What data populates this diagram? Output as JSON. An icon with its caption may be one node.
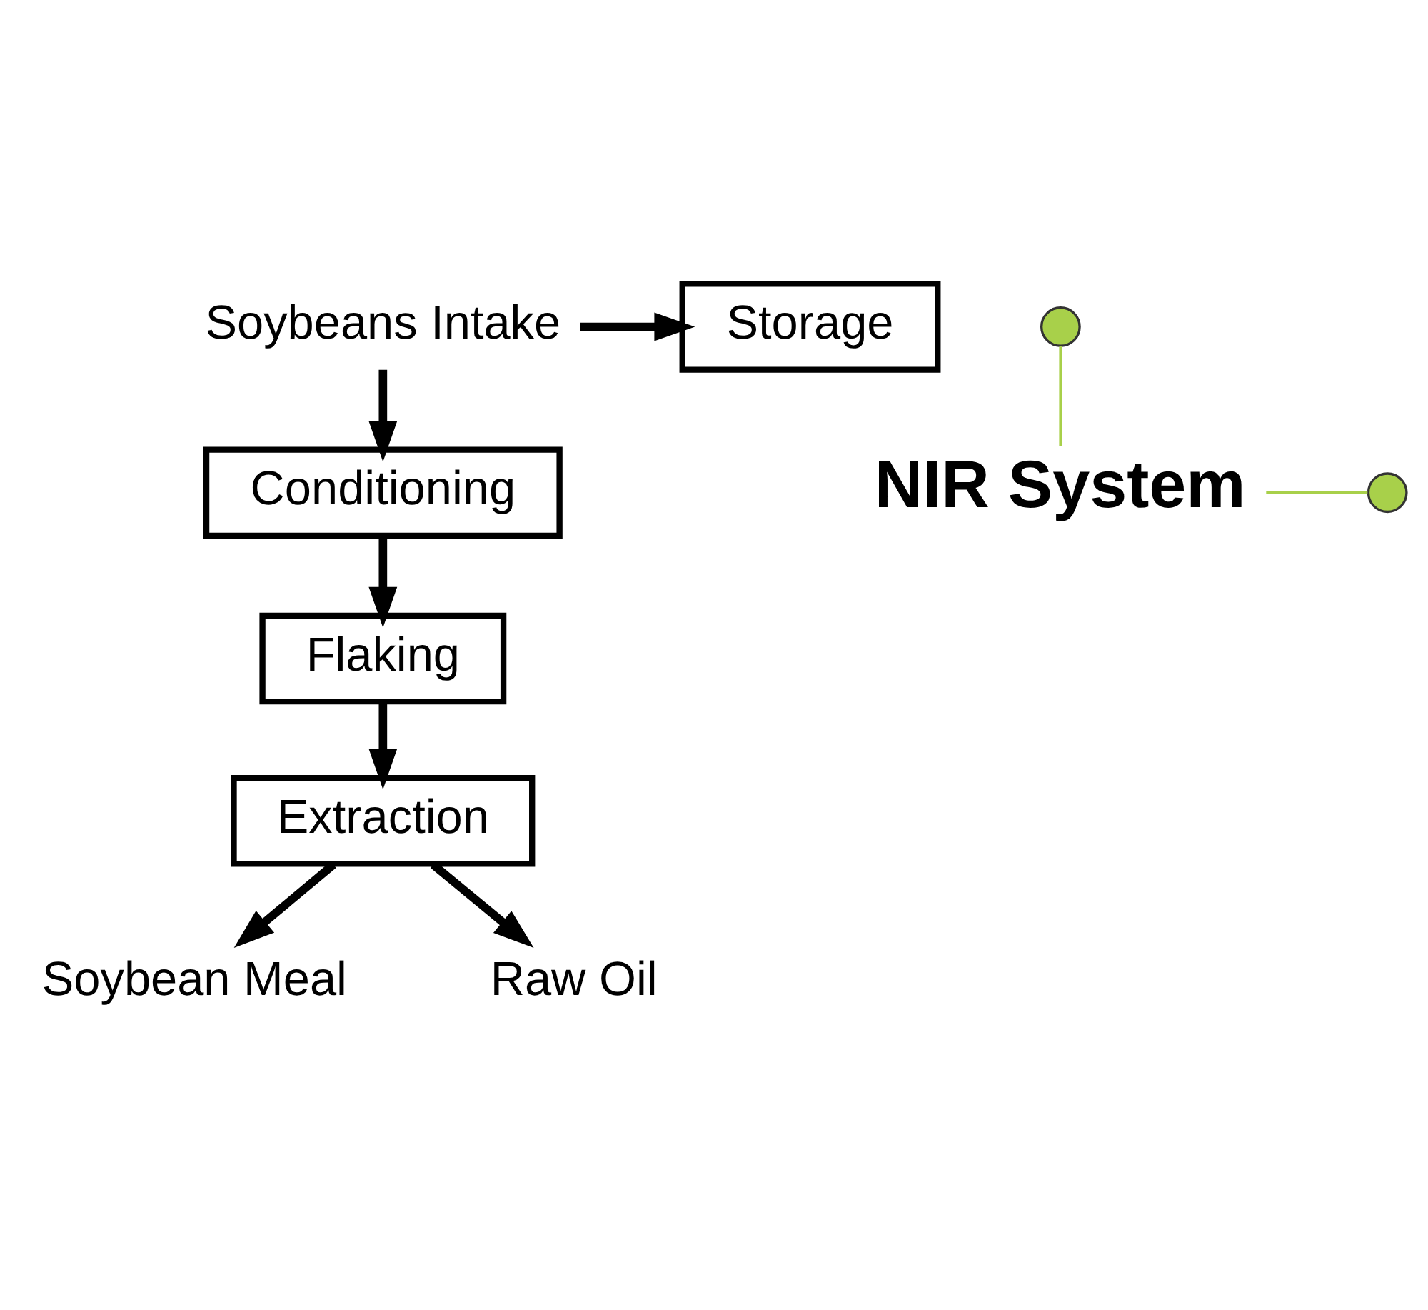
{
  "diagram": {
    "nodes": [
      {
        "text": [
          "Soybeans Intake"
        ]
      },
      {
        "text": [
          "Storage"
        ]
      },
      {
        "text": [
          "Conditioning"
        ]
      },
      {
        "text": [
          "Flaking"
        ]
      },
      {
        "text": [
          "Extraction"
        ]
      },
      {
        "text": [
          "Soybean Meal"
        ]
      },
      {
        "text": [
          "Raw Oil"
        ]
      },
      {
        "text": [
          "NIR System"
        ]
      },
      {
        "text": [],
        "shape": "circle"
      },
      {
        "text": [],
        "shape": "circle"
      }
    ],
    "edges": [
      {
        "from": 0,
        "to": 1,
        "arrow": "to"
      },
      {
        "from": 0,
        "to": 2,
        "arrow": "to"
      },
      {
        "from": 2,
        "to": 3,
        "arrow": "to"
      },
      {
        "from": 3,
        "to": 4,
        "arrow": "to"
      },
      {
        "from": 4,
        "to": 5,
        "arrow": "to"
      },
      {
        "from": 4,
        "to": 6,
        "arrow": "to"
      },
      {
        "from": 7,
        "to": 8,
        "arrow": "none",
        "color": "#a8d04a"
      },
      {
        "from": 7,
        "to": 9,
        "arrow": "none",
        "color": "#a8d04a"
      }
    ]
  }
}
